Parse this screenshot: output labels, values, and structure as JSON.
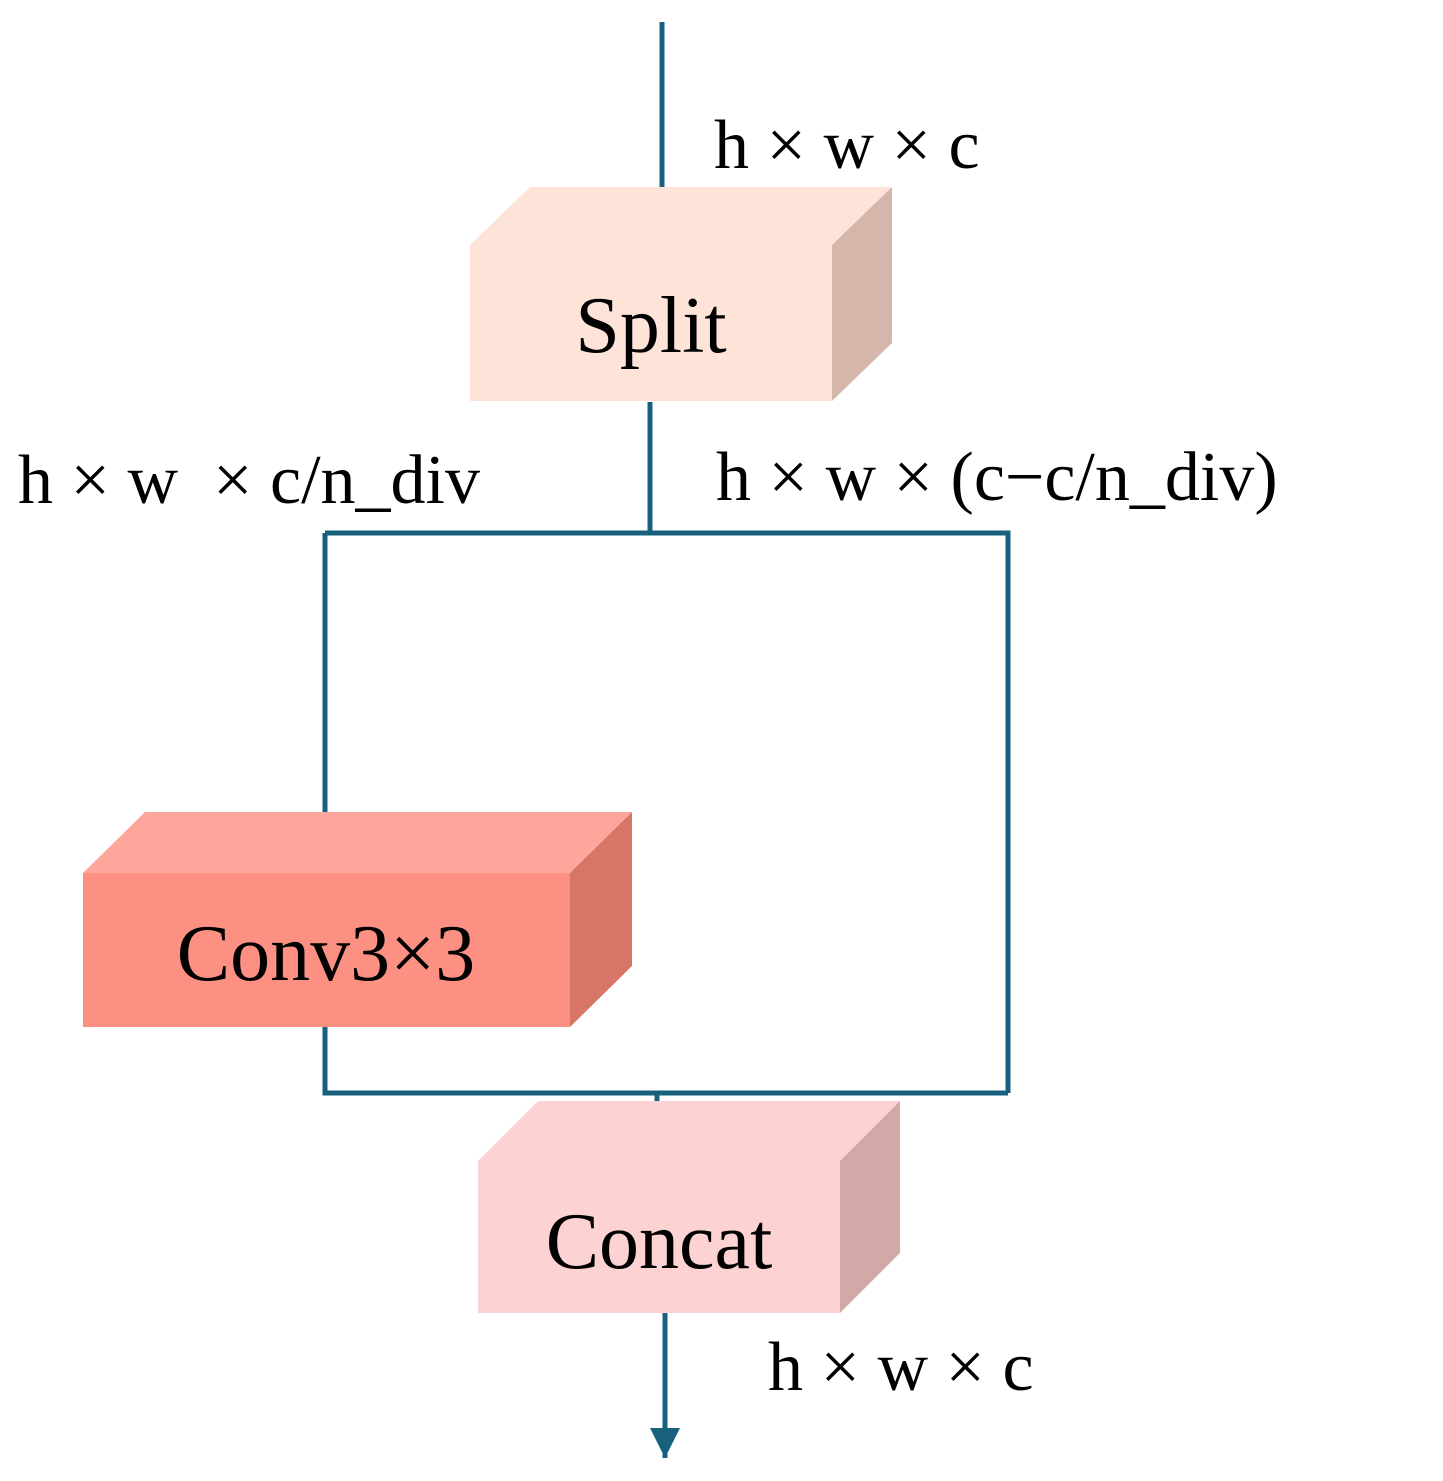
{
  "colors": {
    "line": "#17617f",
    "split": {
      "front": "#fde3d8",
      "top": "#fde3d8",
      "side": "#d5b6ab"
    },
    "conv": {
      "front": "#fc9183",
      "top": "#fda69c",
      "side": "#d77567"
    },
    "concat": {
      "front": "#fcd3d2",
      "top": "#fcd3d2",
      "side": "#d3a9a7"
    }
  },
  "blocks": {
    "split": {
      "label": "Split"
    },
    "conv": {
      "label": "Conv3×3"
    },
    "concat": {
      "label": "Concat"
    }
  },
  "labels": {
    "input_dim": "h × w × c",
    "left_branch_dim": "h × w  × c/n_div",
    "right_branch_dim": "h × w × (c−c/n_div)",
    "output_dim": "h × w × c"
  }
}
